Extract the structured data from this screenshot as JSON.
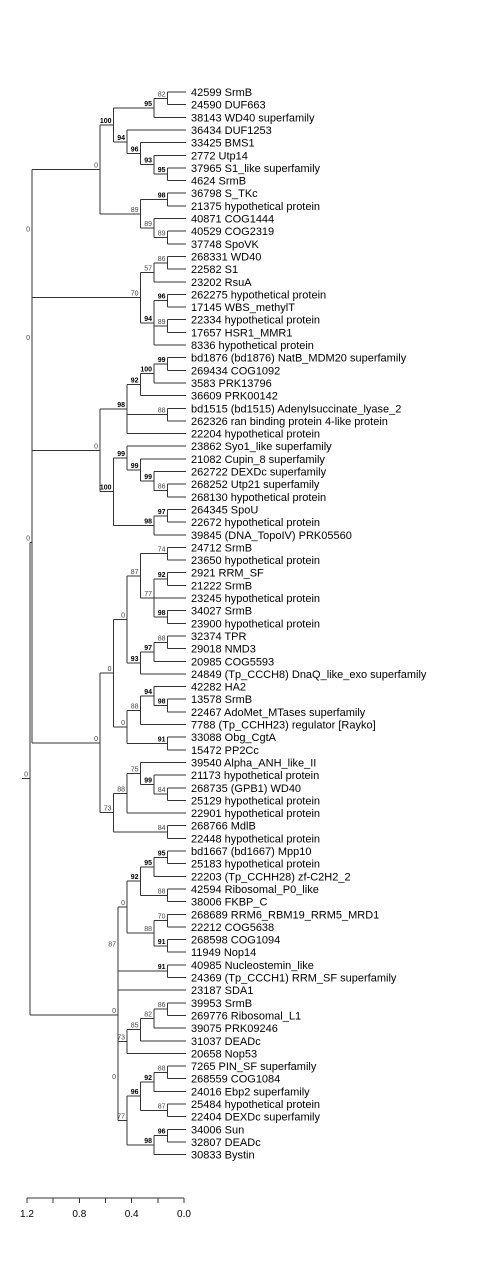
{
  "chart_data": {
    "type": "phylogenetic-tree",
    "scale": {
      "ticks": [
        "1.2",
        "0.8",
        "0.4",
        "0.0"
      ],
      "range": [
        0.0,
        1.2
      ]
    },
    "leaves": [
      "42599 SrmB",
      "24590 DUF663",
      "38143 WD40 superfamily",
      "36434 DUF1253",
      "33425 BMS1",
      "2772 Utp14",
      "37965 S1_like superfamily",
      "4624 SrmB",
      "36798 S_TKc",
      "21375 hypothetical protein",
      "40871 COG1444",
      "40529 COG2319",
      "37748 SpoVK",
      "268331 WD40",
      "22582 S1",
      "23202 RsuA",
      "262275 hypothetical protein",
      "17145 WBS_methylT",
      "22334 hypothetical protein",
      "17657 HSR1_MMR1",
      "8336 hypothetical protein",
      "bd1876 (bd1876) NatB_MDM20 superfamily",
      "269434 COG1092",
      "3583 PRK13796",
      "36609 PRK00142",
      "bd1515 (bd1515) Adenylsuccinate_lyase_2",
      "262326 ran binding protein 4-like protein",
      "22204 hypothetical protein",
      "23862 Syo1_like superfamily",
      "21082 Cupin_8 superfamily",
      "262722 DEXDc superfamily",
      "268252 Utp21 superfamily",
      "268130 hypothetical protein",
      "264345 SpoU",
      "22672 hypothetical protein",
      "39845 (DNA_TopoIV) PRK05560",
      "24712 SrmB",
      "23650 hypothetical protein",
      "2921 RRM_SF",
      "21222 SrmB",
      "23245 hypothetical protein",
      "34027 SrmB",
      "23900 hypothetical protein",
      "32374 TPR",
      "29018 NMD3",
      "20985 COG5593",
      "24849 (Tp_CCCH8) DnaQ_like_exo superfamily",
      "42282 HA2",
      "13578 SrmB",
      "22467 AdoMet_MTases superfamily",
      "7788 (Tp_CCHH23) regulator [Rayko]",
      "33088 Obg_CgtA",
      "15472 PP2Cc",
      "39540 Alpha_ANH_like_II",
      "21173 hypothetical protein",
      "268735 (GPB1) WD40",
      "25129 hypothetical protein",
      "22901 hypothetical protein",
      "268766 MdlB",
      "22448 hypothetical protein",
      "bd1667 (bd1667) Mpp10",
      "25183 hypothetical protein",
      "22203 (Tp_CCHH28) zf-C2H2_2",
      "42594 Ribosomal_P0_like",
      "38006 FKBP_C",
      "268689 RRM6_RBM19_RRM5_MRD1",
      "22212 COG5638",
      "268598 COG1094",
      "11949 Nop14",
      "40985 Nucleostemin_like",
      "24369 (Tp_CCCH1) RRM_SF superfamily",
      "23187 SDA1",
      "39953 SrmB",
      "269776 Ribosomal_L1",
      "39075 PRK09246",
      "31037 DEADc",
      "20658 Nop53",
      "7265 PIN_SF superfamily",
      "268559 COG1084",
      "24016 Ebp2 superfamily",
      "25484 hypothetical protein",
      "22404 DEXDc superfamily",
      "34006 Sun",
      "32807 DEADc",
      "30833 Bystin"
    ],
    "root_label": "0",
    "tree": {
      "s": "0",
      "c": [
        {
          "s": "0",
          "c": [
            {
              "s": "0",
              "c": [
                {
                  "s": "0",
                  "c": [
                    {
                      "s": "100",
                      "c": [
                        {
                          "s": "95",
                          "c": [
                            {
                              "s": "82",
                              "c": [
                                0,
                                1
                              ]
                            },
                            2
                          ]
                        },
                        {
                          "s": "94",
                          "c": [
                            3,
                            {
                              "s": "96",
                              "c": [
                                4,
                                {
                                  "s": "93",
                                  "c": [
                                    5,
                                    {
                                      "s": "95",
                                      "c": [
                                        6,
                                        7
                                      ]
                                    }
                                  ]
                                }
                              ]
                            }
                          ]
                        }
                      ]
                    },
                    {
                      "s": "89",
                      "c": [
                        {
                          "s": "98",
                          "c": [
                            8,
                            9
                          ]
                        },
                        {
                          "s": "89",
                          "c": [
                            10,
                            {
                              "s": "89",
                              "c": [
                                11,
                                12
                              ]
                            }
                          ]
                        }
                      ]
                    }
                  ]
                },
                {
                  "s": "70",
                  "c": [
                    {
                      "s": "57",
                      "c": [
                        {
                          "s": "86",
                          "c": [
                            13,
                            14
                          ]
                        },
                        15
                      ]
                    },
                    {
                      "s": "94",
                      "c": [
                        {
                          "s": "96",
                          "c": [
                            16,
                            17
                          ]
                        },
                        {
                          "s": "89",
                          "c": [
                            18,
                            19
                          ]
                        },
                        20
                      ]
                    }
                  ]
                }
              ]
            },
            {
              "s": "0",
              "c": [
                {
                  "s": "98",
                  "c": [
                    {
                      "s": "92",
                      "c": [
                        {
                          "s": "100",
                          "c": [
                            {
                              "s": "99",
                              "c": [
                                21,
                                22
                              ]
                            },
                            23
                          ]
                        },
                        24
                      ]
                    },
                    {
                      "s": "88",
                      "c": [
                        25,
                        26
                      ]
                    },
                    27
                  ]
                },
                {
                  "s": "100",
                  "c": [
                    {
                      "s": "99",
                      "c": [
                        28,
                        {
                          "s": "99",
                          "c": [
                            29,
                            {
                              "s": "99",
                              "c": [
                                30,
                                {
                                  "s": "86",
                                  "c": [
                                    31,
                                    32
                                  ]
                                }
                              ]
                            }
                          ]
                        }
                      ]
                    },
                    {
                      "s": "98",
                      "c": [
                        {
                          "s": "97",
                          "c": [
                            33,
                            34
                          ]
                        },
                        35
                      ]
                    }
                  ]
                }
              ]
            }
          ]
        },
        {
          "s": "0",
          "c": [
            {
              "s": "0",
              "c": [
                {
                  "s": "0",
                  "c": [
                    {
                      "s": "87",
                      "c": [
                        {
                          "s": "74",
                          "c": [
                            36,
                            37
                          ]
                        },
                        {
                          "s": "77",
                          "c": [
                            {
                              "s": "92",
                              "c": [
                                38,
                                39
                              ]
                            },
                            40,
                            {
                              "s": "98",
                              "c": [
                                41,
                                42
                              ]
                            }
                          ]
                        }
                      ]
                    },
                    {
                      "s": "93",
                      "c": [
                        {
                          "s": "97",
                          "c": [
                            {
                              "s": "88",
                              "c": [
                                43,
                                44
                              ]
                            },
                            45
                          ]
                        },
                        46
                      ]
                    }
                  ]
                },
                {
                  "s": "0",
                  "c": [
                    {
                      "s": "88",
                      "c": [
                        {
                          "s": "94",
                          "c": [
                            47,
                            {
                              "s": "98",
                              "c": [
                                48,
                                49
                              ]
                            }
                          ]
                        },
                        50
                      ]
                    },
                    {
                      "s": "91",
                      "c": [
                        51,
                        52
                      ]
                    }
                  ]
                }
              ]
            },
            {
              "s": "73",
              "c": [
                {
                  "s": "88",
                  "c": [
                    {
                      "s": "75",
                      "c": [
                        53,
                        {
                          "s": "99",
                          "c": [
                            54,
                            {
                              "s": "84",
                              "c": [
                                55,
                                56
                              ]
                            }
                          ]
                        }
                      ]
                    },
                    57
                  ]
                },
                {
                  "s": "84",
                  "c": [
                    58,
                    59
                  ]
                }
              ]
            }
          ]
        }
      ]
    },
    "tree2": {
      "s": "0",
      "c": [
        {
          "s": "87",
          "c": [
            {
              "s": "0",
              "c": [
                {
                  "s": "92",
                  "c": [
                    {
                      "s": "95",
                      "c": [
                        {
                          "s": "95",
                          "c": [
                            60,
                            61
                          ]
                        },
                        62
                      ]
                    },
                    {
                      "s": "88",
                      "c": [
                        63,
                        64
                      ]
                    }
                  ]
                },
                {
                  "s": "88",
                  "c": [
                    {
                      "s": "70",
                      "c": [
                        65,
                        66
                      ]
                    },
                    {
                      "s": "91",
                      "c": [
                        67,
                        68
                      ]
                    }
                  ]
                }
              ]
            },
            {
              "s": "91",
              "c": [
                69,
                70
              ]
            },
            71
          ]
        },
        {
          "s": "0",
          "c": [
            {
              "s": "73",
              "c": [
                {
                  "s": "85",
                  "c": [
                    {
                      "s": "82",
                      "c": [
                        {
                          "s": "86",
                          "c": [
                            72,
                            73
                          ]
                        },
                        74
                      ]
                    },
                    75
                  ]
                },
                76
              ]
            },
            {
              "s": "77",
              "c": [
                {
                  "s": "96",
                  "c": [
                    {
                      "s": "92",
                      "c": [
                        {
                          "s": "88",
                          "c": [
                            77,
                            78
                          ]
                        },
                        79
                      ]
                    },
                    {
                      "s": "87",
                      "c": [
                        80,
                        81
                      ]
                    }
                  ]
                },
                {
                  "s": "98",
                  "c": [
                    {
                      "s": "96",
                      "c": [
                        82,
                        83
                      ]
                    },
                    84
                  ]
                }
              ]
            }
          ]
        }
      ]
    }
  }
}
